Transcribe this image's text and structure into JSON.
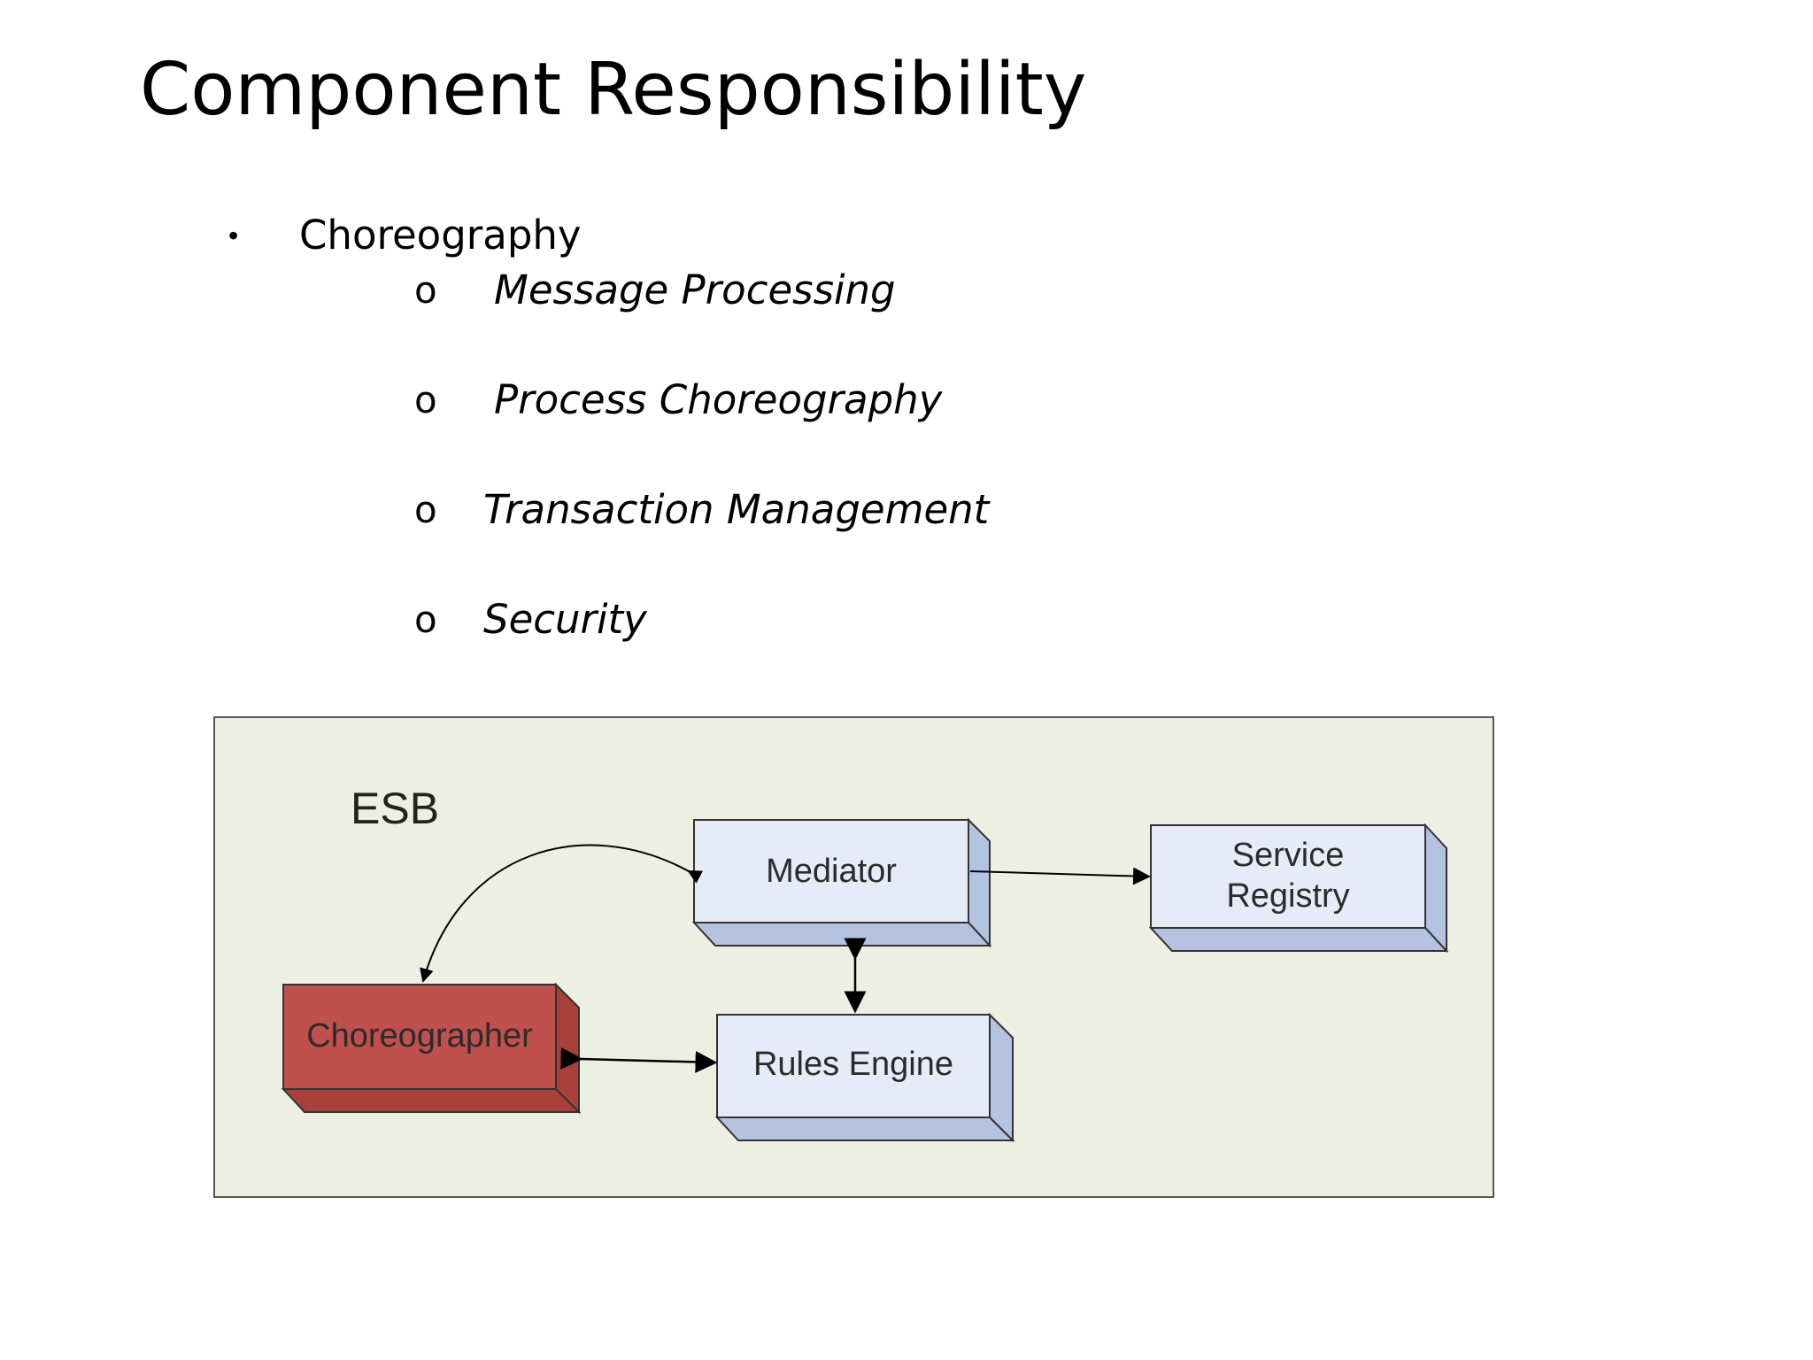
{
  "title": "Component Responsibility",
  "bullet": {
    "marker": "•",
    "label": "Choreography",
    "sub_marker": "o",
    "sub_items": [
      "Message Processing",
      "Process Choreography",
      "Transaction Management",
      "Security"
    ]
  },
  "diagram": {
    "container_label": "ESB",
    "nodes": {
      "mediator": "Mediator",
      "service_registry_line1": "Service",
      "service_registry_line2": "Registry",
      "choreographer": "Choreographer",
      "rules_engine": "Rules Engine"
    },
    "colors": {
      "background": "#ecefe2",
      "box_face": "#e6ebf7",
      "box_side": "#b3c3e0",
      "choreographer_face": "#c0504d",
      "choreographer_side": "#a8403c"
    }
  }
}
